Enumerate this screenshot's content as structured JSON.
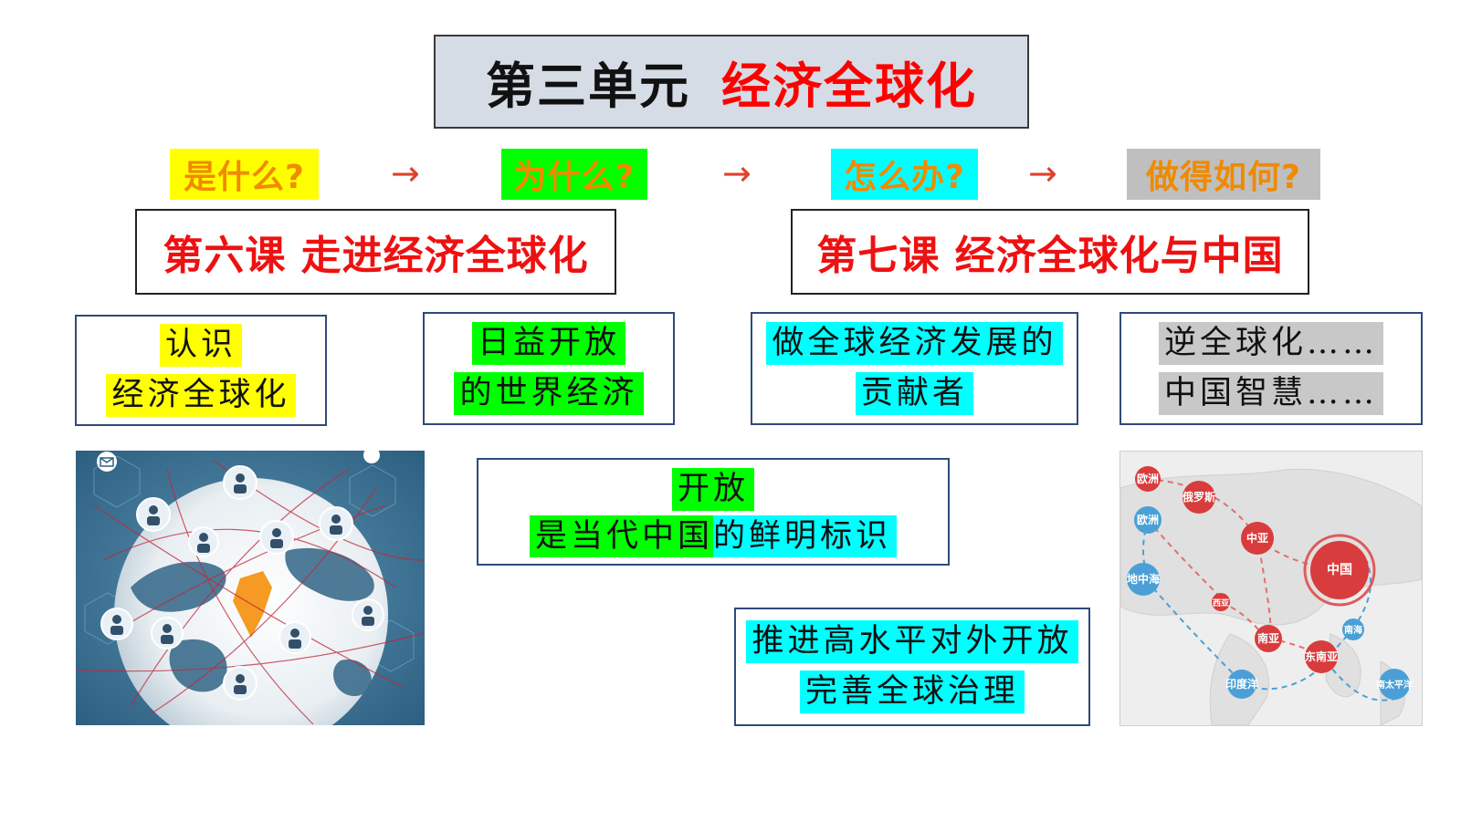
{
  "title": {
    "part1": "第三单元",
    "part2": "经济全球化"
  },
  "questions": [
    {
      "label": "是什么?",
      "bg": "#ffff00",
      "color": "#f08a00"
    },
    {
      "label": "为什么?",
      "bg": "#00ff00",
      "color": "#f08a00"
    },
    {
      "label": "怎么办?",
      "bg": "#00ffff",
      "color": "#f08a00"
    },
    {
      "label": "做得如何?",
      "bg": "#bfbfbf",
      "color": "#f08a00"
    }
  ],
  "arrow": "→",
  "lessons": {
    "six": "第六课 走进经济全球化",
    "seven": "第七课 经济全球化与中国"
  },
  "boxes": {
    "know": [
      "认识",
      "经济全球化"
    ],
    "open_world": [
      "日益开放",
      "的世界经济"
    ],
    "contributor": [
      "做全球经济发展的",
      "贡献者"
    ],
    "deglobal": [
      "逆全球化……",
      "中国智慧……"
    ],
    "open_china": {
      "word": "开放",
      "line2_hl": "是当代中国",
      "line2_rest": "的鲜明标识"
    },
    "advance": [
      "推进高水平对外开放",
      "完善全球治理"
    ]
  },
  "map_labels": {
    "europe1": "欧洲",
    "europe2": "欧洲",
    "russia": "俄罗斯",
    "central_asia": "中亚",
    "china": "中国",
    "mediterranean": "地中海",
    "west_asia": "西亚",
    "south_asia": "南亚",
    "southeast_asia": "东南亚",
    "indian_ocean": "印度洋",
    "south_sea": "南海",
    "south_pacific": "南太平洋"
  },
  "colors": {
    "title_red": "#ff0000",
    "lesson_red": "#ee1111",
    "box_border": "#2f4a7a",
    "yellow": "#ffff00",
    "green": "#00ff00",
    "cyan": "#00ffff",
    "gray": "#c8c8c8"
  }
}
